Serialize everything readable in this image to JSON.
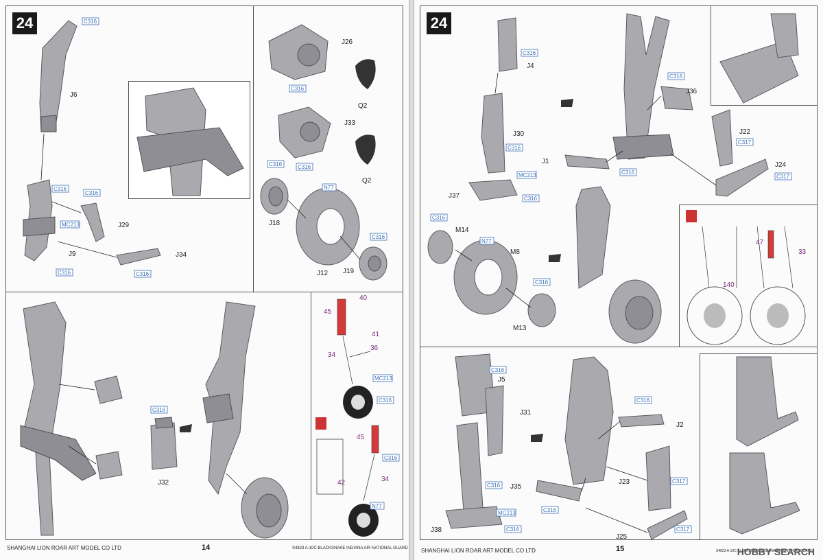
{
  "pages": [
    {
      "step": "24",
      "page_number": "14",
      "footer": "SHANGHAI LION ROAR ART MODEL CO LTD"
    },
    {
      "step": "24",
      "page_number": "15",
      "footer": "SHANGHAI LION ROAR ART MODEL CO LTD",
      "footer_right": "S4823 A-10C BLACKSNAKE INDIANA AIR NATIONAL GUARD"
    }
  ],
  "left_footer_right": "S4823 A-10C BLACKSNAKE INDIANA AIR NATIONAL GUARD",
  "watermark": "HOBBY SEARCH",
  "parts": {
    "J6": "J6",
    "J29": "J29",
    "J34": "J34",
    "J9": "J9",
    "J26": "J26",
    "J33": "J33",
    "Q2a": "Q2",
    "Q2b": "Q2",
    "J18": "J18",
    "J12": "J12",
    "J19": "J19",
    "J32": "J32",
    "J4": "J4",
    "J30": "J30",
    "J36": "J36",
    "J1": "J1",
    "J22": "J22",
    "J24": "J24",
    "J37": "J37",
    "M14": "M14",
    "M8": "M8",
    "M13": "M13",
    "J5": "J5",
    "J31": "J31",
    "J2": "J2",
    "J23": "J23",
    "J35": "J35",
    "J38": "J38",
    "J25": "J25"
  },
  "colors": {
    "C316": "C316",
    "C317": "C317",
    "MC213": "MC213",
    "N77": "N77"
  },
  "markings": {
    "n45": "45",
    "n40": "40",
    "n41": "41",
    "n36": "36",
    "n34": "34",
    "n42": "42",
    "n47": "47",
    "n33": "33",
    "n140": "140"
  }
}
